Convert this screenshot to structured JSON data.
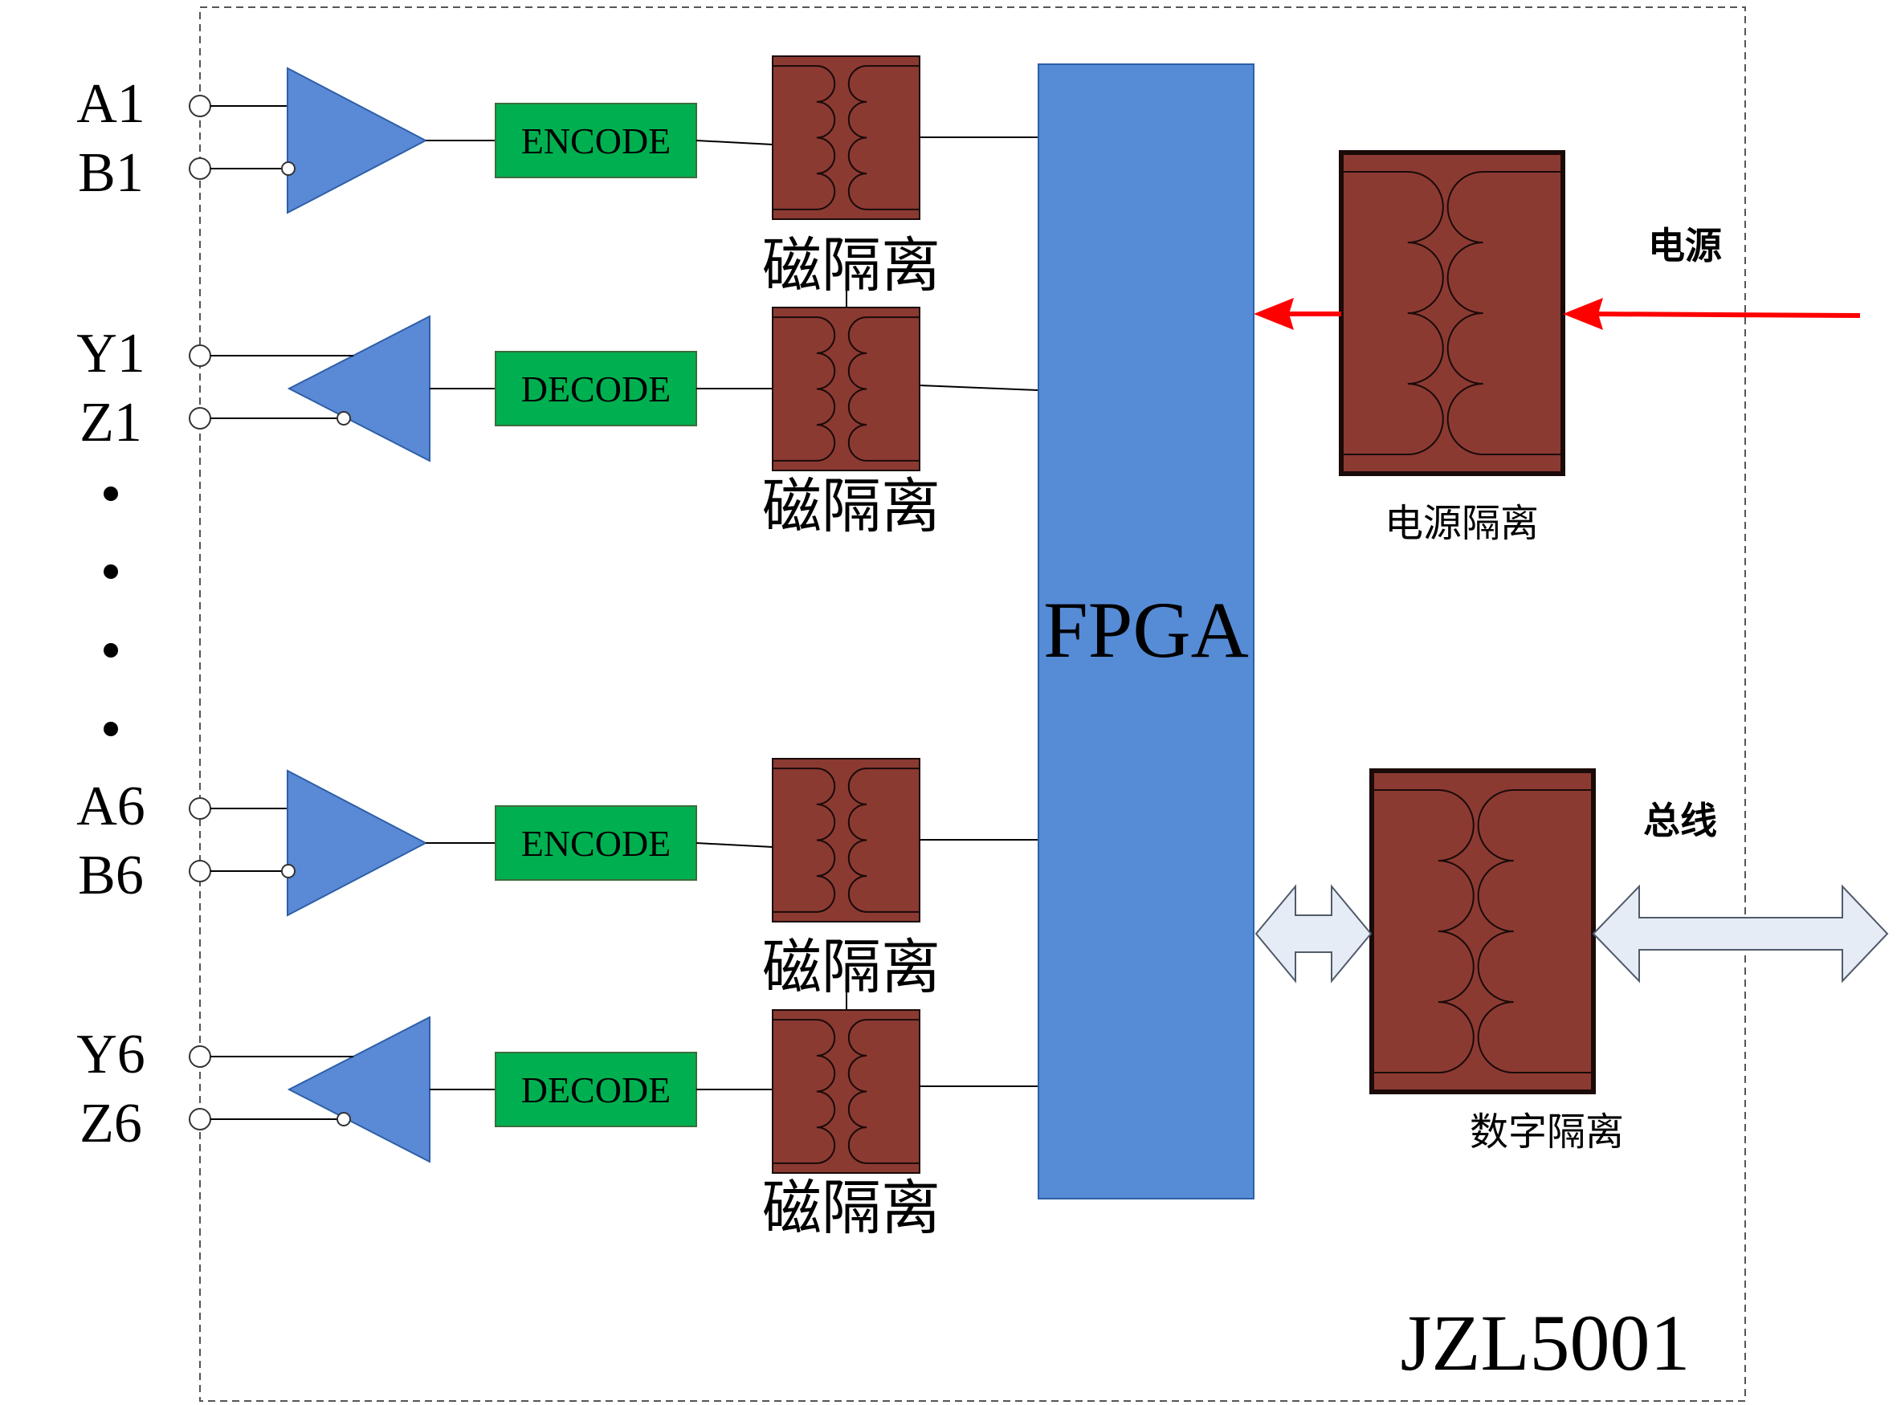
{
  "colors": {
    "triangle_fill": "#5a8ad6",
    "triangle_stroke": "#2e5fa8",
    "codec_fill": "#00b050",
    "codec_stroke": "#3b6d3b",
    "transformer_fill": "#8b3a32",
    "transformer_stroke": "#1a0a08",
    "fpga_fill": "#568bd5",
    "fpga_stroke": "#2e5fa8",
    "power_arrow": "#ff0000",
    "bus_arrow_fill": "#e6ecf5",
    "bus_arrow_stroke": "#505a6a",
    "wire": "#000000",
    "border": "#555555"
  },
  "channels": [
    {
      "direction": "in",
      "pin_top": "A1",
      "pin_bottom": "B1",
      "codec": "ENCODE",
      "isolation": "磁隔离"
    },
    {
      "direction": "out",
      "pin_top": "Y1",
      "pin_bottom": "Z1",
      "codec": "DECODE",
      "isolation": "磁隔离"
    },
    {
      "direction": "in",
      "pin_top": "A6",
      "pin_bottom": "B6",
      "codec": "ENCODE",
      "isolation": "磁隔离"
    },
    {
      "direction": "out",
      "pin_top": "Y6",
      "pin_bottom": "Z6",
      "codec": "DECODE",
      "isolation": "磁隔离"
    }
  ],
  "fpga_label": "FPGA",
  "power": {
    "input_label": "电源",
    "block_label": "电源隔离"
  },
  "bus": {
    "label": "总线",
    "block_label": "数字隔离"
  },
  "model": "JZL5001",
  "ellipsis_icon": "vertical-dots"
}
